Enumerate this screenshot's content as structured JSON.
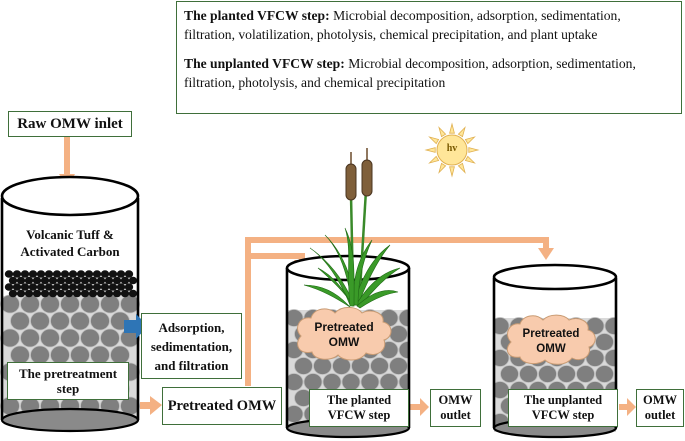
{
  "info_box": {
    "planted_title": "The planted VFCW step:",
    "planted_text": "Microbial decomposition, adsorption, sedimentation, filtration, volatilization, photolysis, chemical precipitation, and plant uptake",
    "unplanted_title": "The unplanted VFCW step:",
    "unplanted_text": "Microbial decomposition, adsorption, sedimentation, filtration, photolysis, and chemical precipitation"
  },
  "labels": {
    "raw_inlet": "Raw OMW inlet",
    "media_line1": "Volcanic Tuff &",
    "media_line2": "Activated Carbon",
    "processes_line1": "Adsorption,",
    "processes_line2": "sedimentation,",
    "processes_line3": "and filtration",
    "pretreatment_line1": "The pretreatment",
    "pretreatment_line2": "step",
    "pretreated_omw": "Pretreated OMW",
    "cloud1_line1": "Pretreated",
    "cloud1_line2": "OMW",
    "cloud2_line1": "Pretreated",
    "cloud2_line2": "OMW",
    "planted_line1": "The planted",
    "planted_line2": "VFCW step",
    "unplanted_line1": "The unplanted",
    "unplanted_line2": "VFCW step",
    "outlet1_line1": "OMW",
    "outlet1_line2": "outlet",
    "outlet2_line1": "OMW",
    "outlet2_line2": "outlet",
    "sun": "hv"
  },
  "colors": {
    "arrow": "#f4b183",
    "box_border": "#3f6f3a",
    "cloud": "#f8cbad",
    "gravel": "#808080",
    "sand": "#d9d9d9",
    "sun": "#ffe699",
    "blue_arrow": "#2e75b6",
    "reed": "#7f5f3a",
    "leaf": "#3a9a28"
  }
}
